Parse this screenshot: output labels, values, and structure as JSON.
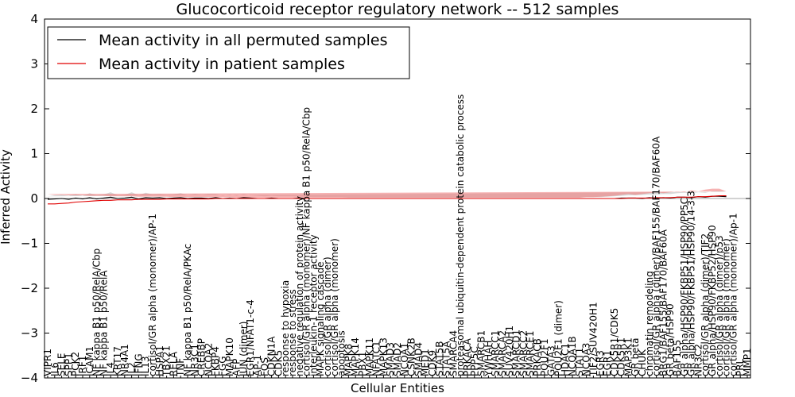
{
  "chart_data": {
    "type": "line",
    "title": "Glucocorticoid receptor regulatory network -- 512 samples",
    "xlabel": "Cellular Entities",
    "ylabel": "Inferred Activity",
    "ylim": [
      -4,
      4
    ],
    "yticks": [
      -4,
      -3,
      -2,
      -1,
      0,
      1,
      2,
      3,
      4
    ],
    "legend_position": "top-left",
    "grid": false,
    "colors": {
      "permuted": "#000000",
      "patient": "#e00000",
      "band_permuted": "#c8c8c8",
      "band_patient": "#f08080"
    },
    "categories": [
      "VIPR1",
      "IL6",
      "SELE",
      "SPP1",
      "PCK2",
      "IRF1",
      "ICAM1",
      "NF kappa B1 p50/RelA/Cbp",
      "NF kappa B1 p50/RelA",
      "IL4",
      "KRT17",
      "NR4A1",
      "IL2",
      "IFNG",
      "IL13",
      "cortisol/GR alpha (monomer)/AP-1",
      "HSPA1",
      "TBX21",
      "RELA",
      "TNF",
      "NF kappa B1 p50/RelA/PKAc",
      "NR3C1",
      "CREBBP",
      "NCOA2",
      "FKBP4",
      "FGG",
      "MAPK10",
      "AFP",
      "JUN (dimer)",
      "EGR1/NFAT1-c-4",
      "AP-1",
      "FOS",
      "CDKN1A",
      "CDK5",
      "response to hypoxia",
      "response to stress",
      "negative regulation of protein activity",
      "cortisol/GR alpha (monomer)/NF kappa B1 p50/RelA/Cbp",
      "interleukin-1 receptor activity",
      "MAPK signaling cascade",
      "cortisol/GR alpha (dimer)",
      "cortisol/GR alpha (monomer)",
      "apoptosis",
      "MAPK8",
      "MAPK14",
      "PBX1",
      "MAPK11",
      "NFATC1",
      "MAPK13",
      "SMAD3",
      "SMAD2",
      "NCOA1",
      "CSNK2B",
      "SMAD4",
      "MED1",
      "CDK9",
      "STAT5B",
      "STAT5A",
      "SMARCA4",
      "proteasomal ubiquitin-dependent protein catabolic process",
      "PRKACA",
      "PPP5C",
      "SMARCB1",
      "YWHAH",
      "SMARCC1",
      "SMARCA2",
      "SUV420H1",
      "SMARCD1",
      "SMARCC2",
      "SMARCE1",
      "PRKACB",
      "POU2F1",
      "GATA3",
      "POU2F1 (dimer)",
      "HDAC1",
      "NCOA1B",
      "STAT1",
      "NCOA3",
      "TIF2/SUV420H1",
      "EGR3",
      "EGR1",
      "CDK5R1/CDK5",
      "CDK5R1",
      "MAP3K1",
      "GR beta",
      "CHUK",
      "chromatin remodeling",
      "cortisol/GR alpha (dimer)/BAF155/BAF170/BAF60A",
      "BRG1/BAF155/BAF170/BAF60A",
      "GR beta/HSP90",
      "BAF155",
      "GR alpha/HSP90/FKBP51/HSP90/PP5C",
      "GR alpha/HSP90/FKBP51/HSP90/14-3-3",
      "NR3C2",
      "cortisol/GR alpha (dimer)/TIF2",
      "GR alpha/HSP90/FKBP52/HSP90",
      "cortisol/GR alpha (dimer)/p53",
      "cortisol/GR alpha (monomer)",
      "cortisol/GR alpha (monomer)/Ap-1",
      "PRL",
      "MMP1"
    ],
    "series": [
      {
        "name": "Mean activity in all permuted samples",
        "values": [
          -0.02,
          -0.01,
          0.0,
          -0.02,
          0.01,
          -0.01,
          0.02,
          -0.01,
          0.01,
          0.03,
          0.0,
          0.01,
          0.03,
          -0.01,
          0.02,
          0.01,
          0.02,
          0.0,
          0.01,
          0.02,
          0.0,
          0.01,
          0.01,
          0.0,
          0.02,
          0.0,
          0.01,
          0.0,
          0.02,
          0.01,
          0.0,
          0.0,
          0.01,
          0.0,
          0.0,
          0.0,
          0.01,
          0.0,
          0.0,
          0.0,
          0.0,
          0.0,
          0.0,
          0.0,
          0.0,
          0.0,
          0.0,
          0.0,
          0.0,
          0.0,
          0.0,
          0.0,
          0.0,
          0.0,
          0.0,
          0.0,
          0.0,
          0.0,
          0.0,
          0.0,
          0.0,
          0.0,
          0.0,
          0.0,
          0.0,
          0.0,
          0.0,
          0.0,
          0.0,
          0.0,
          0.0,
          0.0,
          0.0,
          0.0,
          0.0,
          0.0,
          0.0,
          0.0,
          0.0,
          0.0,
          0.0,
          0.0,
          0.01,
          0.01,
          0.01,
          0.0,
          0.02,
          0.01,
          0.02,
          0.01,
          0.03,
          0.03,
          0.02,
          0.04,
          0.03,
          0.05,
          0.05,
          0.04
        ],
        "lower": [
          -0.05,
          -0.08,
          -0.07,
          -0.06,
          -0.08,
          -0.06,
          -0.09,
          -0.07,
          -0.06,
          -0.1,
          -0.06,
          -0.05,
          -0.09,
          -0.06,
          -0.12,
          -0.06,
          -0.06,
          -0.1,
          -0.07,
          -0.1,
          -0.05,
          -0.1,
          -0.06,
          -0.1,
          -0.06,
          -0.05,
          -0.08,
          -0.05,
          -0.08,
          -0.06,
          -0.05,
          -0.04,
          -0.05,
          -0.04,
          -0.04,
          -0.04,
          -0.03,
          -0.03,
          -0.03,
          -0.03,
          -0.02,
          -0.02,
          -0.02,
          -0.02,
          -0.02,
          -0.02,
          -0.02,
          -0.02,
          -0.02,
          -0.02,
          -0.02,
          -0.02,
          -0.02,
          -0.02,
          -0.02,
          -0.02,
          -0.02,
          -0.02,
          -0.02,
          -0.02,
          -0.02,
          -0.02,
          -0.02,
          -0.02,
          -0.02,
          -0.02,
          -0.02,
          -0.02,
          -0.02,
          -0.02,
          -0.02,
          -0.02,
          -0.02,
          -0.02,
          -0.02,
          -0.02,
          -0.02,
          -0.02,
          -0.02,
          -0.02,
          -0.02,
          -0.03,
          -0.04,
          -0.05,
          -0.05,
          -0.06,
          -0.07,
          -0.06,
          -0.08,
          -0.07,
          -0.1,
          -0.08,
          -0.1,
          -0.08,
          -0.1,
          -0.12,
          -0.1,
          -0.08
        ],
        "upper": [
          0.05,
          0.07,
          0.08,
          0.06,
          0.1,
          0.06,
          0.12,
          0.07,
          0.09,
          0.14,
          0.07,
          0.08,
          0.14,
          0.07,
          0.13,
          0.09,
          0.1,
          0.08,
          0.09,
          0.12,
          0.07,
          0.1,
          0.08,
          0.1,
          0.1,
          0.06,
          0.09,
          0.06,
          0.1,
          0.07,
          0.06,
          0.05,
          0.06,
          0.05,
          0.05,
          0.05,
          0.04,
          0.04,
          0.03,
          0.03,
          0.03,
          0.03,
          0.03,
          0.02,
          0.02,
          0.02,
          0.02,
          0.02,
          0.02,
          0.02,
          0.02,
          0.02,
          0.02,
          0.02,
          0.02,
          0.02,
          0.02,
          0.02,
          0.02,
          0.02,
          0.02,
          0.02,
          0.02,
          0.02,
          0.02,
          0.02,
          0.02,
          0.02,
          0.02,
          0.02,
          0.02,
          0.02,
          0.02,
          0.02,
          0.02,
          0.02,
          0.02,
          0.03,
          0.03,
          0.03,
          0.04,
          0.05,
          0.06,
          0.07,
          0.07,
          0.08,
          0.09,
          0.09,
          0.1,
          0.1,
          0.12,
          0.13,
          0.12,
          0.14,
          0.13,
          0.16,
          0.17,
          0.15
        ]
      },
      {
        "name": "Mean activity in patient samples",
        "values": [
          -0.12,
          -0.12,
          -0.11,
          -0.1,
          -0.08,
          -0.07,
          -0.06,
          -0.05,
          -0.04,
          -0.04,
          -0.03,
          -0.03,
          -0.03,
          -0.02,
          -0.02,
          -0.02,
          -0.02,
          -0.01,
          -0.01,
          -0.01,
          -0.01,
          -0.01,
          -0.01,
          -0.01,
          0.0,
          0.0,
          0.0,
          0.0,
          0.0,
          0.0,
          0.0,
          0.0,
          0.0,
          0.0,
          0.0,
          0.0,
          0.0,
          0.0,
          0.0,
          0.0,
          0.0,
          0.0,
          0.0,
          0.0,
          0.0,
          0.0,
          0.0,
          0.0,
          0.0,
          0.0,
          0.0,
          0.0,
          0.0,
          0.0,
          0.0,
          0.0,
          0.0,
          0.0,
          0.0,
          0.0,
          0.0,
          0.0,
          0.0,
          0.0,
          0.0,
          0.0,
          0.0,
          0.0,
          0.0,
          0.0,
          0.0,
          0.0,
          0.0,
          0.0,
          0.0,
          0.0,
          0.0,
          0.0,
          0.0,
          0.0,
          0.0,
          0.0,
          0.0,
          0.01,
          0.01,
          0.01,
          0.01,
          0.02,
          0.02,
          0.02,
          0.03,
          0.03,
          0.03,
          0.04,
          0.04,
          0.05,
          0.06,
          0.06
        ],
        "lower": [
          -0.25,
          -0.3,
          -0.32,
          -0.28,
          -0.24,
          -0.2,
          -0.18,
          -0.15,
          -0.14,
          -0.12,
          -0.11,
          -0.1,
          -0.09,
          -0.08,
          -0.08,
          -0.07,
          -0.06,
          -0.06,
          -0.05,
          -0.05,
          -0.05,
          -0.05,
          -0.04,
          -0.04,
          -0.04,
          -0.04,
          -0.03,
          -0.03,
          -0.03,
          -0.03,
          -0.03,
          -0.02,
          -0.02,
          -0.02,
          -0.02,
          -0.02,
          -0.02,
          -0.02,
          -0.02,
          -0.02,
          -0.02,
          -0.02,
          -0.02,
          -0.02,
          -0.02,
          -0.02,
          -0.02,
          -0.02,
          -0.02,
          -0.02,
          -0.02,
          -0.02,
          -0.02,
          -0.02,
          -0.02,
          -0.02,
          -0.02,
          -0.02,
          -0.02,
          -0.02,
          -0.02,
          -0.02,
          -0.02,
          -0.02,
          -0.02,
          -0.02,
          -0.02,
          -0.02,
          -0.02,
          -0.02,
          -0.02,
          -0.02,
          -0.02,
          -0.02,
          -0.02,
          -0.02,
          -0.02,
          -0.02,
          -0.02,
          -0.02,
          -0.03,
          -0.04,
          -0.05,
          -0.07,
          -0.09,
          -0.1,
          -0.12,
          -0.08,
          -0.1,
          -0.12,
          -0.08,
          -0.1,
          -0.12,
          -0.13,
          -0.12,
          -0.12,
          -0.1,
          -0.1
        ],
        "upper": [
          0.1,
          0.08,
          0.08,
          0.07,
          0.07,
          0.07,
          0.06,
          0.06,
          0.06,
          0.05,
          0.05,
          0.05,
          0.05,
          0.04,
          0.04,
          0.04,
          0.04,
          0.04,
          0.03,
          0.03,
          0.03,
          0.03,
          0.03,
          0.03,
          0.03,
          0.03,
          0.03,
          0.02,
          0.02,
          0.02,
          0.02,
          0.02,
          0.02,
          0.02,
          0.02,
          0.02,
          0.02,
          0.02,
          0.02,
          0.02,
          0.02,
          0.02,
          0.02,
          0.02,
          0.02,
          0.02,
          0.02,
          0.02,
          0.02,
          0.02,
          0.02,
          0.02,
          0.02,
          0.02,
          0.02,
          0.02,
          0.02,
          0.02,
          0.02,
          0.02,
          0.02,
          0.02,
          0.02,
          0.02,
          0.02,
          0.02,
          0.02,
          0.02,
          0.02,
          0.02,
          0.02,
          0.02,
          0.02,
          0.02,
          0.02,
          0.02,
          0.02,
          0.03,
          0.03,
          0.04,
          0.05,
          0.06,
          0.08,
          0.1,
          0.08,
          0.1,
          0.12,
          0.14,
          0.12,
          0.14,
          0.16,
          0.14,
          0.18,
          0.16,
          0.2,
          0.22,
          0.22,
          0.16
        ]
      }
    ]
  }
}
